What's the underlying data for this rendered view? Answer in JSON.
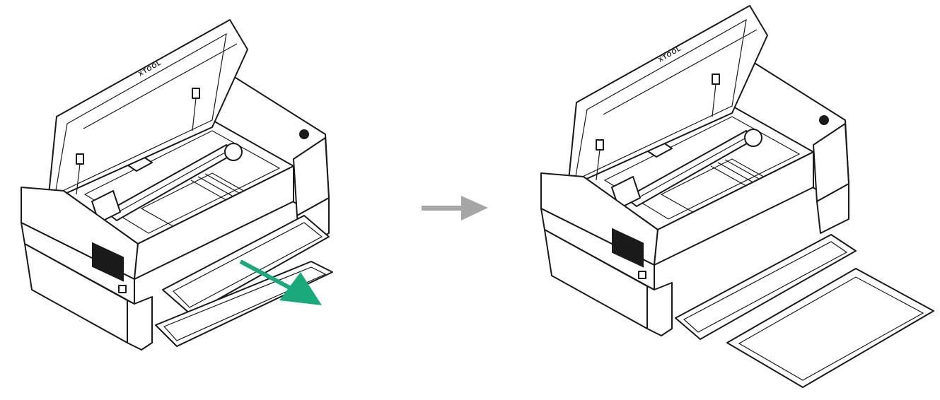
{
  "figure": {
    "left_panel": {
      "logo_text": "XTOOL",
      "state": "tray-in"
    },
    "right_panel": {
      "logo_text": "XTOOL",
      "state": "tray-removed"
    }
  },
  "colors": {
    "pull_arrow": "#1aa97a",
    "step_arrow": "#a6a6a6",
    "line": "#1a1a1a"
  }
}
